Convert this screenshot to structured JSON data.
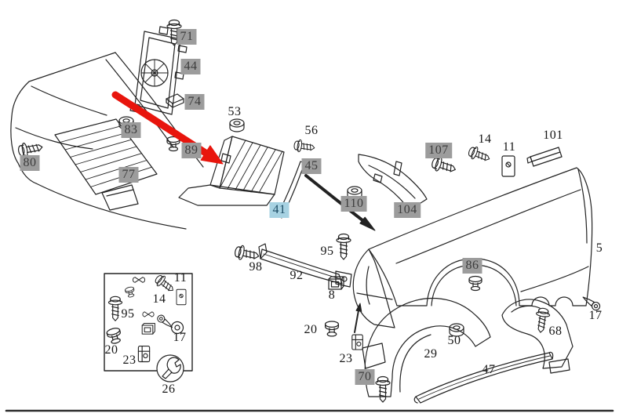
{
  "diagram": {
    "colors": {
      "line": "#222222",
      "label_highlight_gray": "#9c9c9c",
      "label_highlight_blue": "#a7d2e2",
      "arrow_red": "#e8150d"
    },
    "labels": {
      "p71": {
        "text": "71",
        "highlight": "gray"
      },
      "p44": {
        "text": "44",
        "highlight": "gray"
      },
      "p74": {
        "text": "74",
        "highlight": "gray"
      },
      "p83": {
        "text": "83",
        "highlight": "gray"
      },
      "p80": {
        "text": "80",
        "highlight": "gray"
      },
      "p77": {
        "text": "77",
        "highlight": "gray"
      },
      "p89": {
        "text": "89",
        "highlight": "gray"
      },
      "p53": {
        "text": "53",
        "highlight": "none"
      },
      "p56": {
        "text": "56",
        "highlight": "none"
      },
      "p45": {
        "text": "45",
        "highlight": "gray"
      },
      "p41": {
        "text": "41",
        "highlight": "blue"
      },
      "p110": {
        "text": "110",
        "highlight": "gray"
      },
      "p104": {
        "text": "104",
        "highlight": "gray"
      },
      "p107": {
        "text": "107",
        "highlight": "gray"
      },
      "p14_top": {
        "text": "14",
        "highlight": "none"
      },
      "p11_top": {
        "text": "11",
        "highlight": "none"
      },
      "p101": {
        "text": "101",
        "highlight": "none"
      },
      "p86": {
        "text": "86",
        "highlight": "gray"
      },
      "p5": {
        "text": "5",
        "highlight": "none"
      },
      "p17_right": {
        "text": "17",
        "highlight": "none"
      },
      "p68": {
        "text": "68",
        "highlight": "none"
      },
      "p47": {
        "text": "47",
        "highlight": "none"
      },
      "p50": {
        "text": "50",
        "highlight": "none"
      },
      "p29": {
        "text": "29",
        "highlight": "none"
      },
      "p98": {
        "text": "98",
        "highlight": "none"
      },
      "p92": {
        "text": "92",
        "highlight": "none"
      },
      "p95_mid": {
        "text": "95",
        "highlight": "none"
      },
      "p8": {
        "text": "8",
        "highlight": "none"
      },
      "p20_mid": {
        "text": "20",
        "highlight": "none"
      },
      "p23_mid": {
        "text": "23",
        "highlight": "none"
      },
      "p70": {
        "text": "70",
        "highlight": "gray"
      },
      "b11": {
        "text": "11",
        "highlight": "none"
      },
      "b14": {
        "text": "14",
        "highlight": "none"
      },
      "b95": {
        "text": "95",
        "highlight": "none"
      },
      "b17": {
        "text": "17",
        "highlight": "none"
      },
      "b20": {
        "text": "20",
        "highlight": "none"
      },
      "b23": {
        "text": "23",
        "highlight": "none"
      },
      "b26": {
        "text": "26",
        "highlight": "none"
      }
    }
  }
}
